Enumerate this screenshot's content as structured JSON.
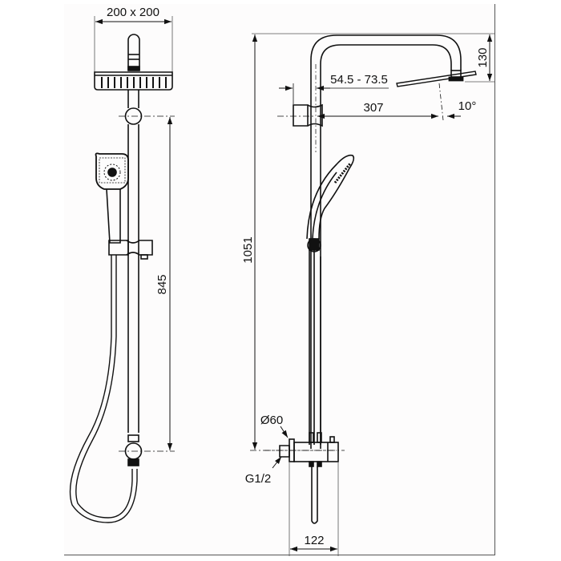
{
  "drawing": {
    "subject": "Shower system technical dimension drawing",
    "front_view": {
      "labels": {
        "head_size": "200 x 200",
        "rail_height": "845"
      }
    },
    "side_view": {
      "labels": {
        "total_height": "1051",
        "bracket_offset": "54.5 - 73.5",
        "arm_projection": "307",
        "head_drop": "130",
        "head_tilt": "10°",
        "escutcheon_diameter": "Ø60",
        "inlet_thread": "G1/2",
        "valve_depth": "122"
      }
    }
  }
}
